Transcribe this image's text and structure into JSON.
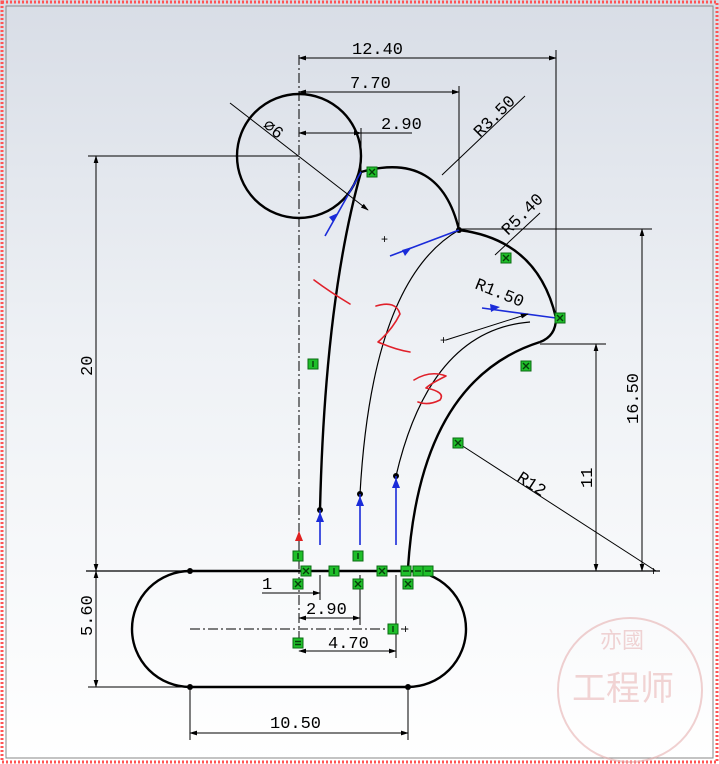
{
  "dimensions": {
    "d_12_40": "12.40",
    "d_7_70": "7.70",
    "d_2_90_top": "2.90",
    "d_R3_50": "R3.50",
    "d_dia6": "⌀6",
    "d_R5_40": "R5.40",
    "d_R1_50": "R1.50",
    "d_20": "20",
    "d_16_50": "16.50",
    "d_11": "11",
    "d_R12": "R12",
    "d_5_60": "5.60",
    "d_1": "1",
    "d_2_90_bot": "2.90",
    "d_4_70": "4.70",
    "d_10_50": "10.50"
  },
  "annotations": {
    "hand_1": "1",
    "hand_2": "2",
    "hand_3": "3"
  },
  "watermark": {
    "seal_text": "亦國",
    "brand_text": "工程师"
  },
  "colors": {
    "relation_green": "#1fbf2a",
    "handwriting_red": "#e0202a",
    "inference_blue": "#1a2bd9",
    "border": "#ff5555"
  }
}
